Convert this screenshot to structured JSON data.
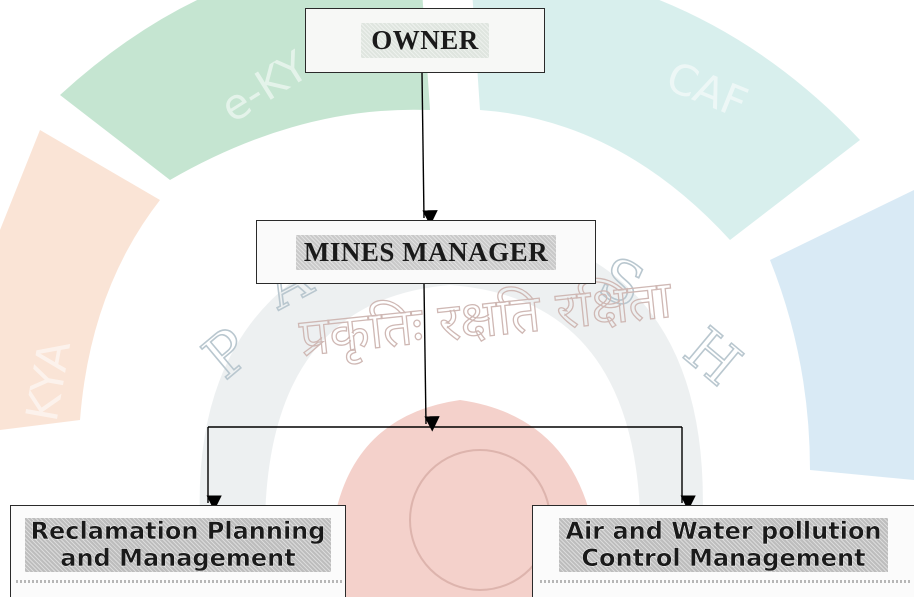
{
  "colors": {
    "wm_green": "#7fc59a",
    "wm_teal": "#a9dcd8",
    "wm_orange": "#f4c3a4",
    "wm_red": "#e79a8c",
    "wm_blue": "#9fcbe6",
    "wm_grey_ring": "#dfe4e6",
    "box_border": "#2a2a2a",
    "label_grey": "#c9c9c9",
    "arrow": "#000000"
  },
  "watermark": {
    "segment_left_top": "e-KY",
    "segment_right_top": "CAF",
    "segment_left": "KYA",
    "ring_letters": [
      "P",
      "A",
      "S",
      "H"
    ],
    "script_text": "प्रकृतिः रक्षति रक्षिता"
  },
  "nodes": {
    "owner": "OWNER",
    "manager": "MINES MANAGER",
    "left_line1": "Reclamation Planning",
    "left_line2": "and Management",
    "right_line1": "Air and Water pollution",
    "right_line2": "Control Management"
  },
  "icons": {
    "arrowhead": "arrowhead-down-icon"
  }
}
